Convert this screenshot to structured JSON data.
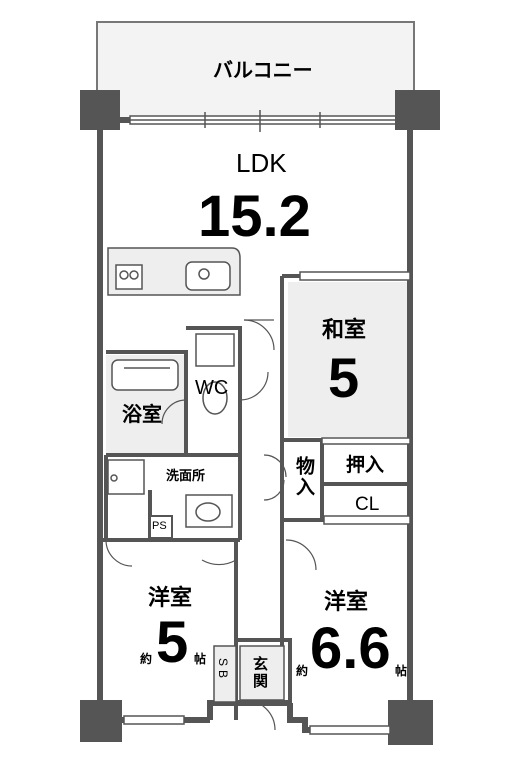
{
  "balcony": {
    "label": "バルコニー"
  },
  "ldk": {
    "label": "LDK",
    "size": "15.2"
  },
  "washitsu": {
    "label": "和室",
    "size": "5"
  },
  "bath": {
    "label": "浴室"
  },
  "wc": {
    "label": "WC"
  },
  "senmen": {
    "label": "洗面所"
  },
  "monoire": {
    "label": "物入"
  },
  "oshiire": {
    "label": "押入"
  },
  "cl": {
    "label": "CL"
  },
  "ps": {
    "label": "PS"
  },
  "sb": {
    "label": "SB"
  },
  "genkan": {
    "label": "玄関"
  },
  "youshitsu_left": {
    "label": "洋室",
    "approx": "約",
    "size": "5",
    "unit": "帖"
  },
  "youshitsu_right": {
    "label": "洋室",
    "approx": "約",
    "size": "6.6",
    "unit": "帖"
  },
  "colors": {
    "wall": "#555555",
    "pillar": "#555555",
    "floor_gray": "#eeeeee",
    "balcony_fill": "#f3f3f3"
  }
}
